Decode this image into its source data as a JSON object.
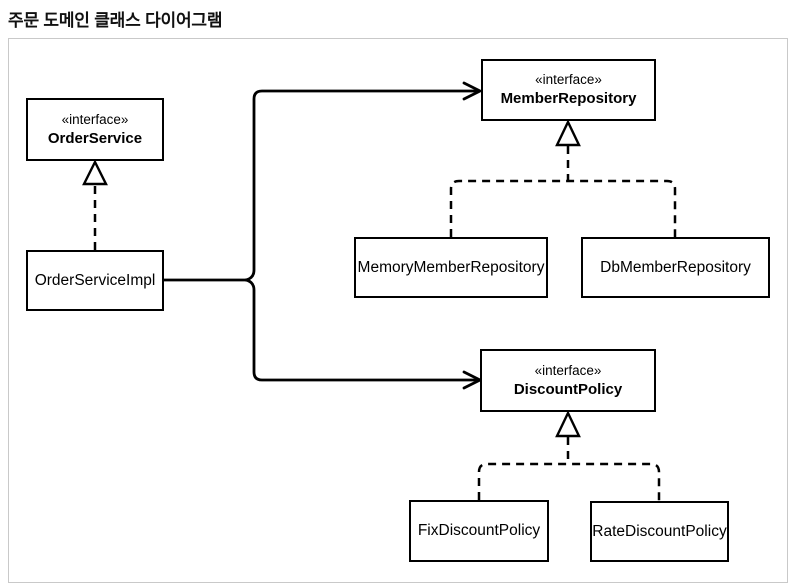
{
  "page_title": "주문 도메인 클래스 다이어그램",
  "diagram": {
    "type": "uml-class-diagram",
    "nodes": {
      "order_service": {
        "stereotype": "«interface»",
        "name": "OrderService"
      },
      "order_service_impl": {
        "name": "OrderServiceImpl"
      },
      "member_repository": {
        "stereotype": "«interface»",
        "name": "MemberRepository"
      },
      "memory_member_repository": {
        "name": "MemoryMemberRepository"
      },
      "db_member_repository": {
        "name": "DbMemberRepository"
      },
      "discount_policy": {
        "stereotype": "«interface»",
        "name": "DiscountPolicy"
      },
      "fix_discount_policy": {
        "name": "FixDiscountPolicy"
      },
      "rate_discount_policy": {
        "name": "RateDiscountPolicy"
      }
    },
    "edges": [
      {
        "from": "OrderServiceImpl",
        "to": "OrderService",
        "type": "realization"
      },
      {
        "from": "OrderServiceImpl",
        "to": "MemberRepository",
        "type": "dependency"
      },
      {
        "from": "OrderServiceImpl",
        "to": "DiscountPolicy",
        "type": "dependency"
      },
      {
        "from": "MemoryMemberRepository",
        "to": "MemberRepository",
        "type": "realization"
      },
      {
        "from": "DbMemberRepository",
        "to": "MemberRepository",
        "type": "realization"
      },
      {
        "from": "FixDiscountPolicy",
        "to": "DiscountPolicy",
        "type": "realization"
      },
      {
        "from": "RateDiscountPolicy",
        "to": "DiscountPolicy",
        "type": "realization"
      }
    ],
    "colors": {
      "box_fill": "#ffffff",
      "box_border": "#000000",
      "line": "#000000",
      "canvas_border": "#c9c9c9",
      "title_text": "#111111"
    }
  }
}
